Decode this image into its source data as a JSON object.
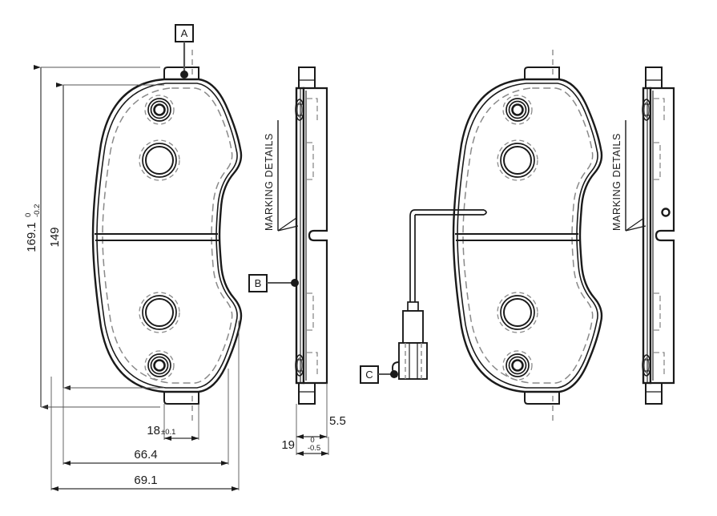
{
  "drawing": {
    "title": "Brake pad set technical drawing",
    "type": "engineering-drawing",
    "background": "#ffffff",
    "line_color": "#1a1a1a",
    "hidden_line_color": "#8a8a8a",
    "views": [
      {
        "id": "left-front-view",
        "name": "Brake pad front view (left)"
      },
      {
        "id": "left-side-view",
        "name": "Brake pad edge view (left)"
      },
      {
        "id": "right-front-view",
        "name": "Brake pad front view with wear sensor (right)"
      },
      {
        "id": "right-side-view",
        "name": "Brake pad edge view (right)"
      }
    ]
  },
  "dimensions": {
    "height_overall": {
      "value": "169.1",
      "tol_upper": "0",
      "tol_lower": "-0.2",
      "orientation": "vertical"
    },
    "height_inner": {
      "value": "149",
      "orientation": "vertical"
    },
    "notch_width": {
      "value": "18",
      "tol": "±0.1",
      "orientation": "horizontal"
    },
    "width_inner": {
      "value": "66.4",
      "orientation": "horizontal"
    },
    "width_overall": {
      "value": "69.1",
      "orientation": "horizontal"
    },
    "backplate_thickness": {
      "value": "5.5",
      "orientation": "horizontal"
    },
    "total_thickness": {
      "value": "19",
      "tol_upper": "0",
      "tol_lower": "-0.5",
      "orientation": "horizontal"
    }
  },
  "datums": [
    {
      "label": "A",
      "name": "datum-a",
      "position": "top of left front view"
    },
    {
      "label": "B",
      "name": "datum-b",
      "position": "left side view"
    },
    {
      "label": "C",
      "name": "datum-c",
      "position": "wear sensor connector"
    }
  ],
  "annotations": [
    {
      "text": "MARKING  DETAILS",
      "name": "marking-details-left",
      "rotation": -90
    },
    {
      "text": "MARKING  DETAILS",
      "name": "marking-details-right",
      "rotation": -90
    }
  ],
  "components": {
    "wear_sensor": {
      "name": "brake-wear-sensor",
      "has_cable": true,
      "has_connector": true
    },
    "rivets": {
      "count_per_pad": 2
    },
    "holes": {
      "count_per_pad": 2
    }
  }
}
